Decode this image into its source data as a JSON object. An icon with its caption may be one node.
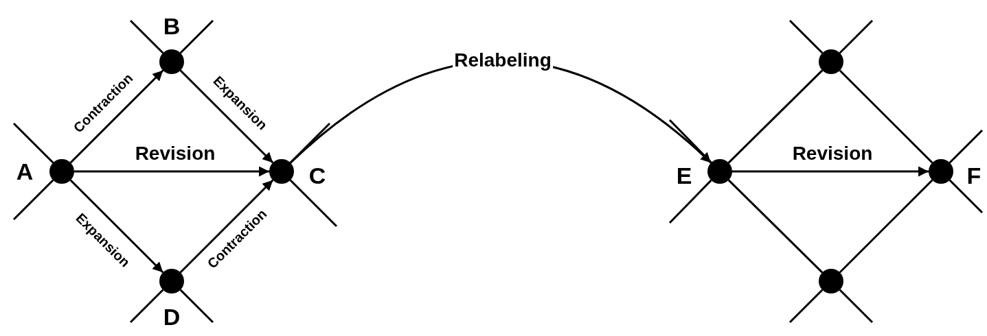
{
  "diagram": {
    "nodes": [
      {
        "text": [],
        "shape": "circle",
        "beside": [
          "A"
        ]
      },
      {
        "text": [],
        "shape": "circle",
        "beside": [
          "B"
        ]
      },
      {
        "text": [],
        "shape": "circle",
        "beside": [
          "C"
        ]
      },
      {
        "text": [],
        "shape": "circle",
        "beside": [
          "D"
        ]
      },
      {
        "text": [],
        "shape": "circle",
        "beside": [
          "E"
        ]
      },
      {
        "text": [],
        "shape": "circle"
      },
      {
        "text": [],
        "shape": "circle",
        "beside": [
          "F"
        ]
      },
      {
        "text": [],
        "shape": "circle"
      }
    ],
    "edges": [
      {
        "from": 0,
        "to": 1,
        "arrow": "to",
        "label": "Contraction"
      },
      {
        "from": 1,
        "to": 2,
        "arrow": "to",
        "label": "Expansion"
      },
      {
        "from": 0,
        "to": 2,
        "arrow": "to",
        "label": "Revision"
      },
      {
        "from": 0,
        "to": 3,
        "arrow": "to",
        "label": "Expansion"
      },
      {
        "from": 3,
        "to": 2,
        "arrow": "to",
        "label": "Contraction"
      },
      {
        "from": 2,
        "to": 4,
        "arrow": "to",
        "label": "Relabeling"
      },
      {
        "from": 4,
        "to": 5,
        "arrow": "none"
      },
      {
        "from": 5,
        "to": 6,
        "arrow": "none"
      },
      {
        "from": 4,
        "to": 6,
        "arrow": "to",
        "label": "Revision"
      },
      {
        "from": 4,
        "to": 7,
        "arrow": "none"
      },
      {
        "from": 7,
        "to": 6,
        "arrow": "none"
      },
      {
        "from": 0,
        "to": null,
        "arrow": "none"
      },
      {
        "from": 0,
        "to": null,
        "arrow": "none"
      },
      {
        "from": 1,
        "to": null,
        "arrow": "none"
      },
      {
        "from": 1,
        "to": null,
        "arrow": "none"
      },
      {
        "from": 2,
        "to": null,
        "arrow": "none"
      },
      {
        "from": 2,
        "to": null,
        "arrow": "none"
      },
      {
        "from": 3,
        "to": null,
        "arrow": "none"
      },
      {
        "from": 3,
        "to": null,
        "arrow": "none"
      },
      {
        "from": 4,
        "to": null,
        "arrow": "none"
      },
      {
        "from": 4,
        "to": null,
        "arrow": "none"
      },
      {
        "from": 5,
        "to": null,
        "arrow": "none"
      },
      {
        "from": 5,
        "to": null,
        "arrow": "none"
      },
      {
        "from": 6,
        "to": null,
        "arrow": "none"
      },
      {
        "from": 6,
        "to": null,
        "arrow": "none"
      },
      {
        "from": 7,
        "to": null,
        "arrow": "none"
      },
      {
        "from": 7,
        "to": null,
        "arrow": "none"
      }
    ]
  }
}
